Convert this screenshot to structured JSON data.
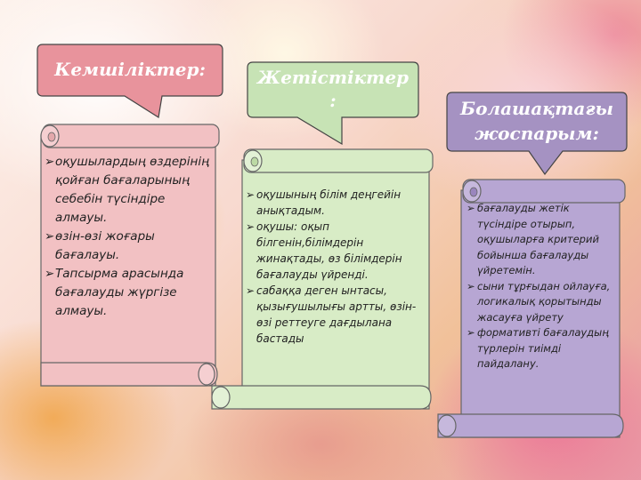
{
  "slide": {
    "bubbles": [
      {
        "title": "Кемшіліктер:",
        "color": "#e8939c",
        "text_color": "#ffffff"
      },
      {
        "title": "Жетістіктер\n:",
        "color": "#c7e3b5",
        "text_color": "#ffffff"
      },
      {
        "title": "Болашақтағы\nжоспарым:",
        "color": "#a592c2",
        "text_color": "#ffffff"
      }
    ],
    "scrolls": [
      {
        "color": "#f2c1c3",
        "items": [
          "оқушылардың өздерінің қойған бағаларының себебін түсіндіре алмауы.",
          "өзін-өзі жоғары бағалауы.",
          "Тапсырма арасында бағалауды жүргізе алмауы."
        ]
      },
      {
        "color": "#d8ecc6",
        "items": [
          " оқушының білім деңгейін анықтадым.",
          "оқушы: оқып білгенін,білімдерін жинақтады, өз білімдерін бағалауды үйренді.",
          "сабаққа деген ынтасы, қызығушылығы артты, өзін-өзі реттеуге дағдылана бастады"
        ]
      },
      {
        "color": "#b7a6d3",
        "items": [
          "бағалауды жетік түсіндіре отырып, оқушыларға критерий бойынша бағалауды үйретемін.",
          "сыни тұрғыдан ойлауға, логикалық қорытынды жасауға үйрету",
          "формативті бағалаудың түрлерін тиімді пайдалану."
        ]
      }
    ],
    "bullet_glyph": "➢"
  }
}
